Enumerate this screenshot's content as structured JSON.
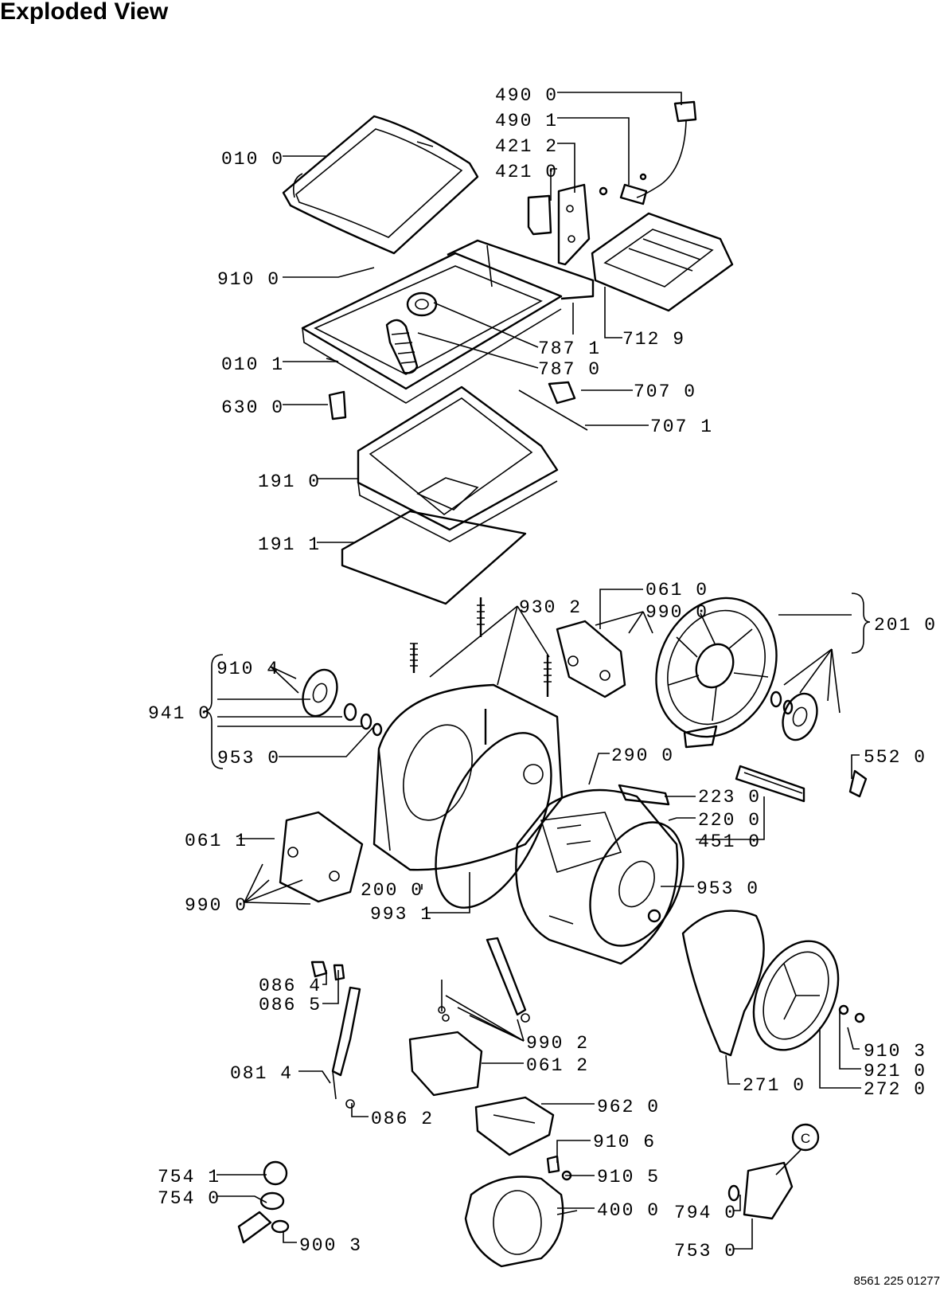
{
  "title": "Exploded View",
  "document_number": "8561 225 01277",
  "circle_marker": "C",
  "labels": {
    "l_4900": "490 0",
    "l_4901": "490 1",
    "l_4212": "421 2",
    "l_4210": "421 0",
    "l_0100": "010 0",
    "l_9100": "910 0",
    "l_0101": "010 1",
    "l_6300": "630 0",
    "l_7129": "712 9",
    "l_7871": "787 1",
    "l_7870": "787 0",
    "l_7070": "707 0",
    "l_7071": "707 1",
    "l_1910": "191 0",
    "l_1911": "191 1",
    "l_0610": "061 0",
    "l_9302": "930 2",
    "l_9900a": "990 0",
    "l_2010": "201 0",
    "l_9104": "910 4",
    "l_9410": "941 0",
    "l_9530a": "953 0",
    "l_2900": "290 0",
    "l_5520": "552 0",
    "l_2230": "223 0",
    "l_2200": "220 0",
    "l_4510": "451 0",
    "l_0611": "061 1",
    "l_9900b": "990 0",
    "l_2000": "200 0",
    "l_9931": "993 1",
    "l_9530b": "953 0",
    "l_0864": "086 4",
    "l_0865": "086 5",
    "l_9902": "990 2",
    "l_0612": "061 2",
    "l_0814": "081 4",
    "l_0862": "086 2",
    "l_9103": "910 3",
    "l_9210": "921 0",
    "l_2710": "271 0",
    "l_2720": "272 0",
    "l_9620": "962 0",
    "l_9106": "910 6",
    "l_9105": "910 5",
    "l_7541": "754 1",
    "l_7540": "754 0",
    "l_4000": "400 0",
    "l_7940": "794 0",
    "l_7530": "753 0",
    "l_9003": "900 3"
  }
}
